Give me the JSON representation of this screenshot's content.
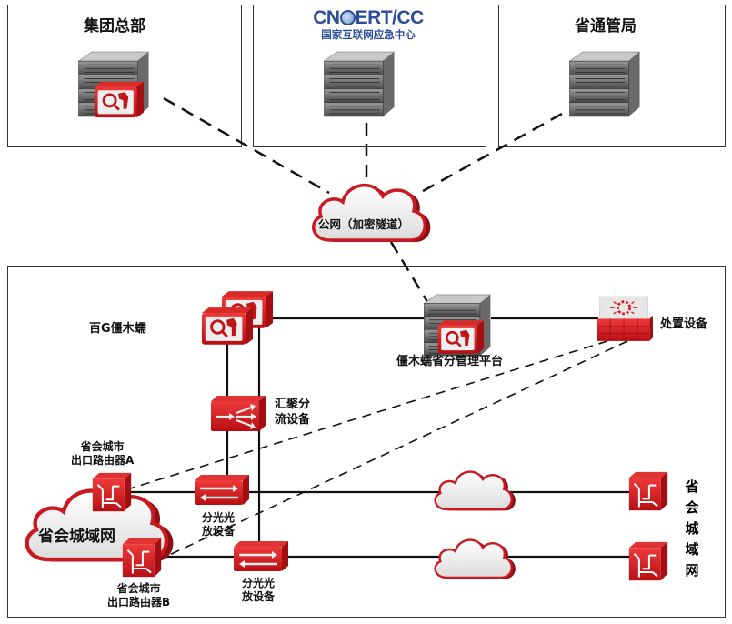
{
  "diagram": {
    "top_sites": [
      {
        "id": "hq",
        "title": "集团总部"
      },
      {
        "id": "cncert",
        "title": "",
        "logo_line1_a": "CN",
        "logo_line1_b": "ERT/CC",
        "logo_line2": "国家互联网应急中心"
      },
      {
        "id": "prov",
        "title": "省通管局"
      }
    ],
    "public_cloud": {
      "label": "公网（加密隧道）"
    },
    "provincial": {
      "hundredg_trojan": "百G僵木蠕",
      "mgmt_platform": "僵木蠕省分管理平台",
      "disposal_device": "处置设备",
      "aggregation": {
        "line1": "汇聚分",
        "line2": "流设备"
      },
      "router_a": {
        "line1": "省会城市",
        "line2": "出口路由器A"
      },
      "router_b": {
        "line1": "省会城市",
        "line2": "出口路由器B"
      },
      "splitter_1": {
        "line1": "分光光",
        "line2": "放设备"
      },
      "splitter_2": {
        "line1": "分光光",
        "line2": "放设备"
      },
      "metro_cloud": "省会城域网",
      "metro_vertical": [
        "省",
        "会",
        "城",
        "域",
        "网"
      ]
    }
  }
}
